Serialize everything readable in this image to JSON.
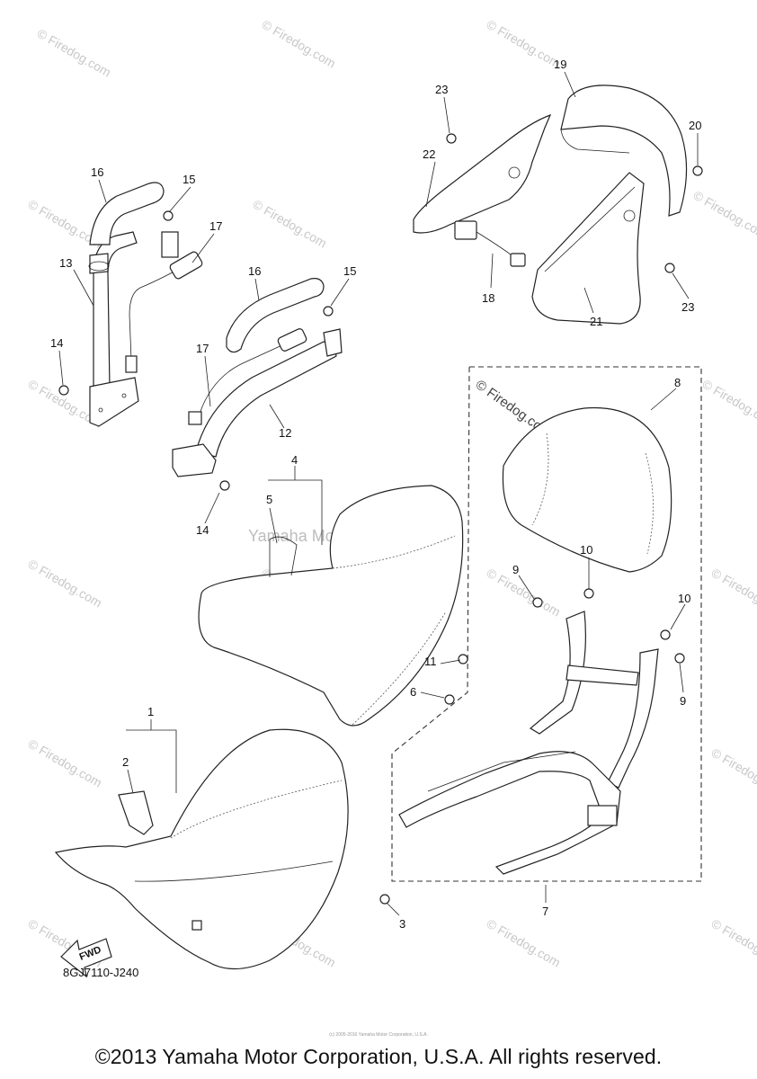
{
  "watermark": "© Firedog.com",
  "watermark_center": "Yamaha Motor Corp. U.S.A.",
  "inset_watermark": "© Firedog.com",
  "diagram_code": "8GJ7110-J240",
  "fwd_label": "FWD",
  "copyright": "©2013 Yamaha Motor Corporation, U.S.A. All rights reserved.",
  "tiny_text": "(c) 2005-2016 Yamaha Motor Corporation, U.S.A.",
  "callouts": {
    "c1": "1",
    "c2": "2",
    "c3": "3",
    "c4": "4",
    "c5": "5",
    "c6": "6",
    "c7": "7",
    "c8": "8",
    "c9a": "9",
    "c9b": "9",
    "c10a": "10",
    "c10b": "10",
    "c11": "11",
    "c12": "12",
    "c13": "13",
    "c14a": "14",
    "c14b": "14",
    "c15a": "15",
    "c15b": "15",
    "c16a": "16",
    "c16b": "16",
    "c17a": "17",
    "c17b": "17",
    "c18": "18",
    "c19": "19",
    "c20": "20",
    "c21": "21",
    "c22": "22",
    "c23a": "23",
    "c23b": "23"
  }
}
